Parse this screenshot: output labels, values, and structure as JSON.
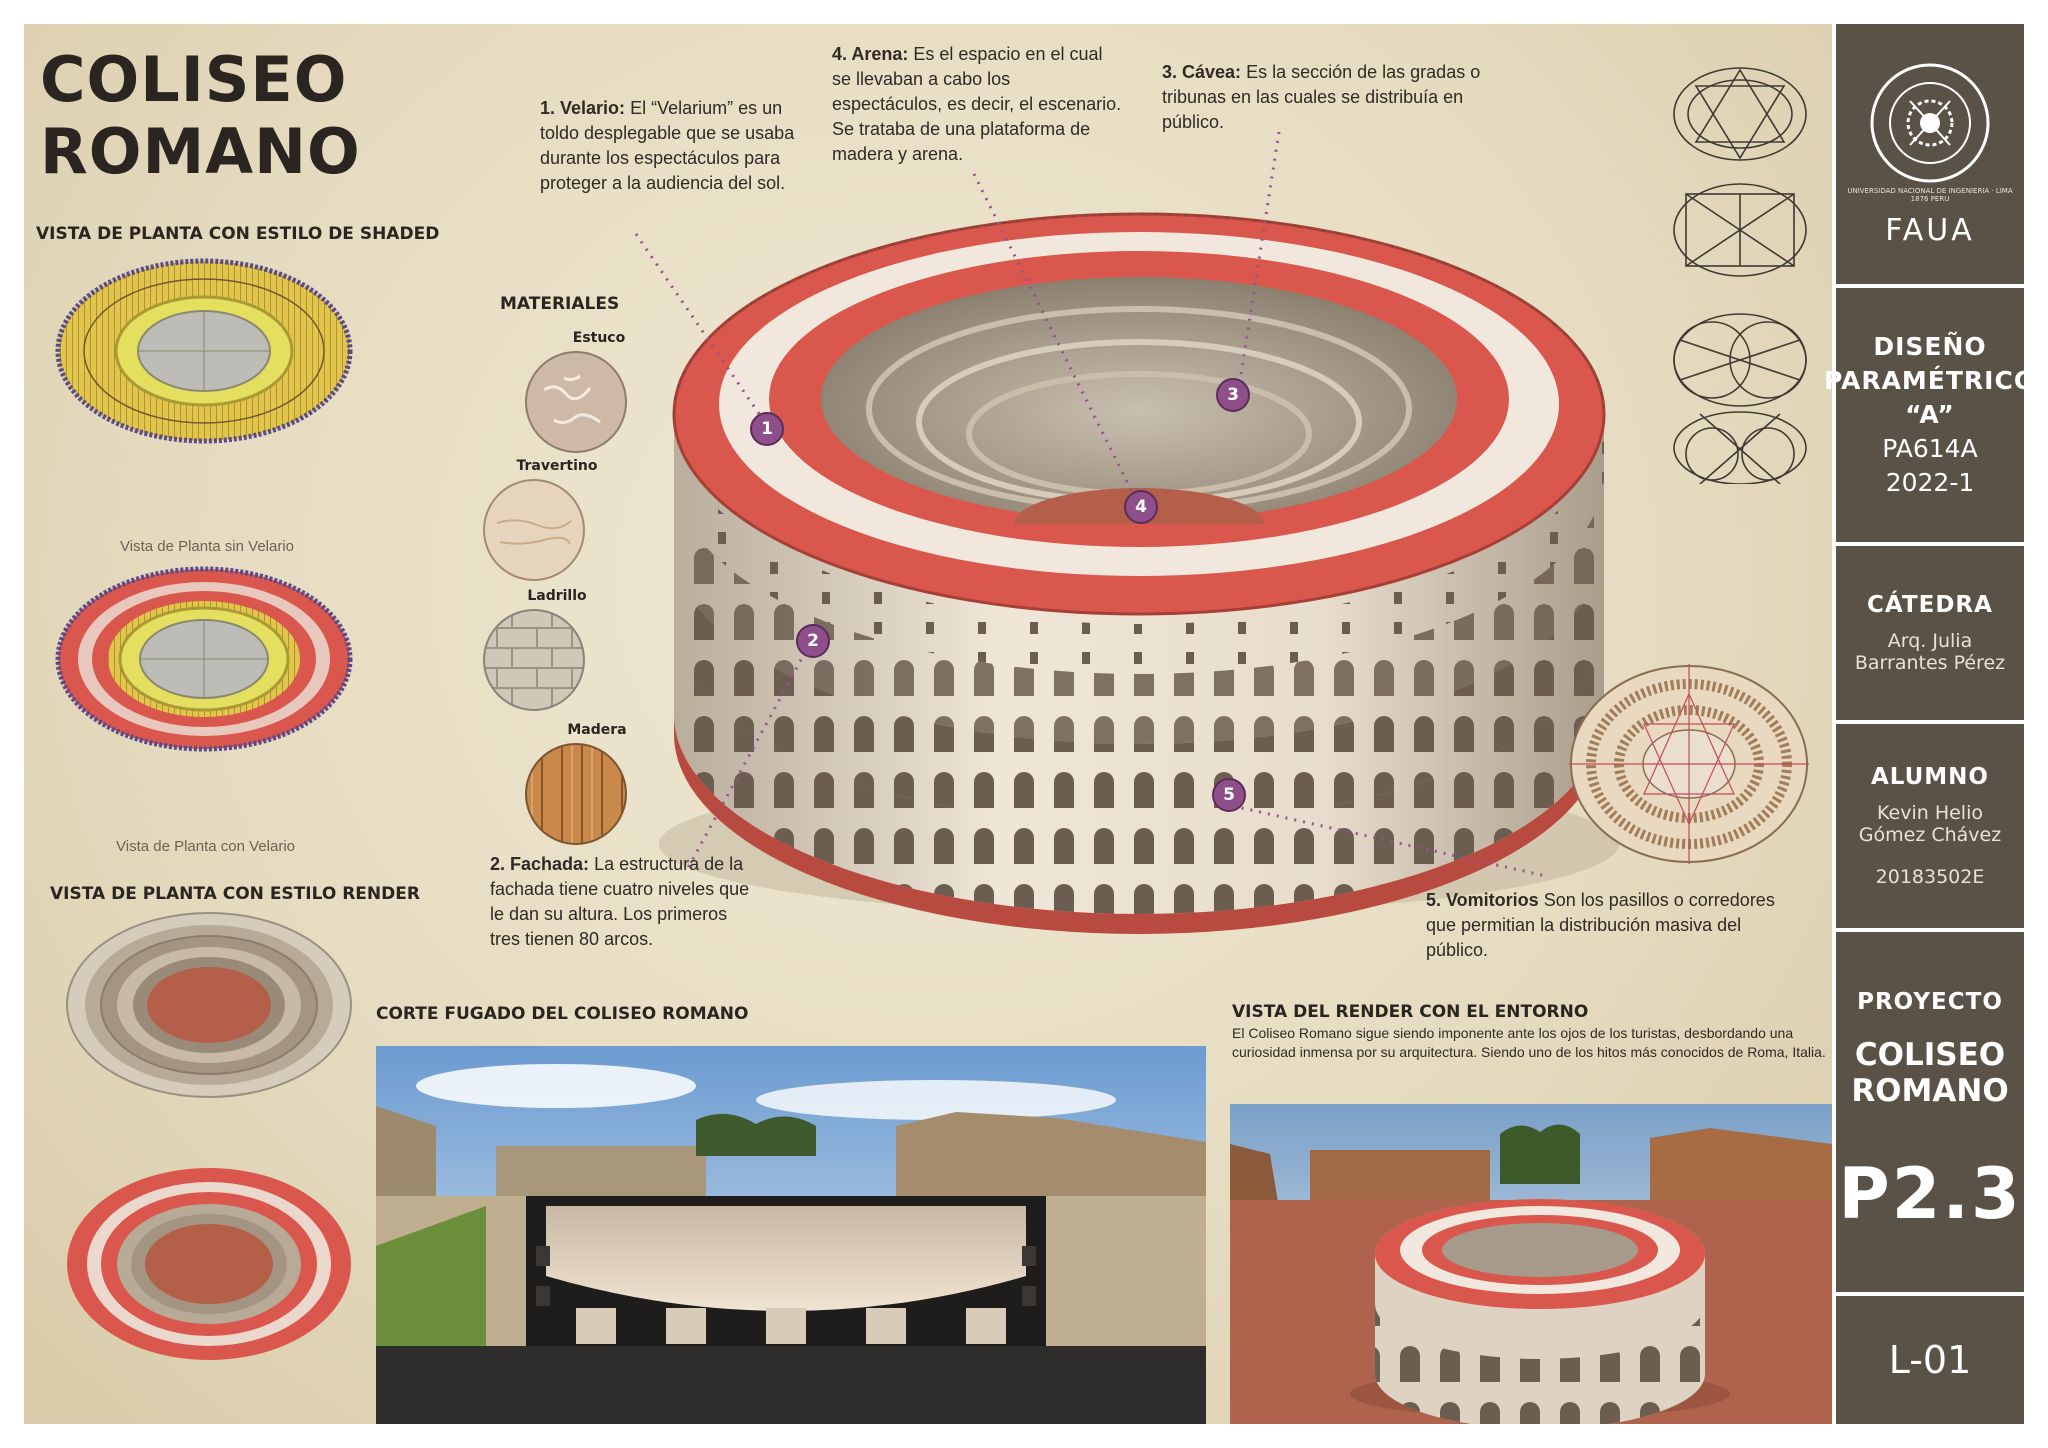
{
  "main_title": [
    "COLISEO",
    "ROMANO"
  ],
  "sections": {
    "plan_shaded": "VISTA DE PLANTA CON ESTILO DE SHADED",
    "plan_render": "VISTA DE PLANTA CON ESTILO RENDER",
    "materials": "MATERIALES",
    "section_cut": "CORTE FUGADO DEL COLISEO ROMANO",
    "render_env": "VISTA DEL RENDER CON EL ENTORNO"
  },
  "captions": {
    "without_velario": "Vista de Planta sin Velario",
    "with_velario": "Vista de Planta con Velario"
  },
  "materials": [
    "Estuco",
    "Travertino",
    "Ladrillo",
    "Madera"
  ],
  "notes": [
    {
      "num": "1",
      "title": "1. Velario:",
      "text": "El “Velarium” es un toldo desplegable que se usaba durante los espectáculos para proteger a la audiencia del sol."
    },
    {
      "num": "2",
      "title": "2. Fachada:",
      "text": "La estructura de la fachada tiene cuatro niveles que le dan su altura. Los primeros tres tienen 80 arcos."
    },
    {
      "num": "3",
      "title": "3. Cávea:",
      "text": "Es la sección de las gradas o tribunas en las cuales se distribuía en público."
    },
    {
      "num": "4",
      "title": "4. Arena:",
      "text": "Es el espacio en el cual se llevaban a cabo los espectáculos, es decir, el escenario. Se trataba de una plataforma de madera y arena."
    },
    {
      "num": "5",
      "title": "5. Vomitorios",
      "text": "Son los pasillos o corredores que permitian la distribución masiva del público."
    }
  ],
  "render_description": "El Coliseo Romano sigue siendo imponente ante los ojos de los turistas, desbordando una curiosidad inmensa por su arquitectura. Siendo uno de los hitos más conocidos de Roma, Italia.",
  "sidebar": {
    "seal_text": "UNIVERSIDAD NACIONAL DE INGENIERIA · LIMA 1876 PERU",
    "faculty": "FAUA",
    "course": [
      "DISEÑO",
      "PARAMÉTRICO",
      "“A”",
      "PA614A",
      "2022-1"
    ],
    "catedra_label": "CÁTEDRA",
    "catedra_name": [
      "Arq. Julia",
      "Barrantes Pérez"
    ],
    "alumno_label": "ALUMNO",
    "alumno_name": [
      "Kevin Helio",
      "Gómez Chávez"
    ],
    "alumno_code": "20183502E",
    "proyecto_label": "PROYECTO",
    "proyecto_name": [
      "COLISEO",
      "ROMANO"
    ],
    "sheet_code": "P2.3",
    "sheet_number": "L-01"
  },
  "colors": {
    "sidebar_bg": "#5a5247",
    "paper": "#e9e0c8",
    "velario_red": "#d9574d",
    "marker_purple": "#8e4f8a",
    "stone": "#e3d8c6"
  }
}
